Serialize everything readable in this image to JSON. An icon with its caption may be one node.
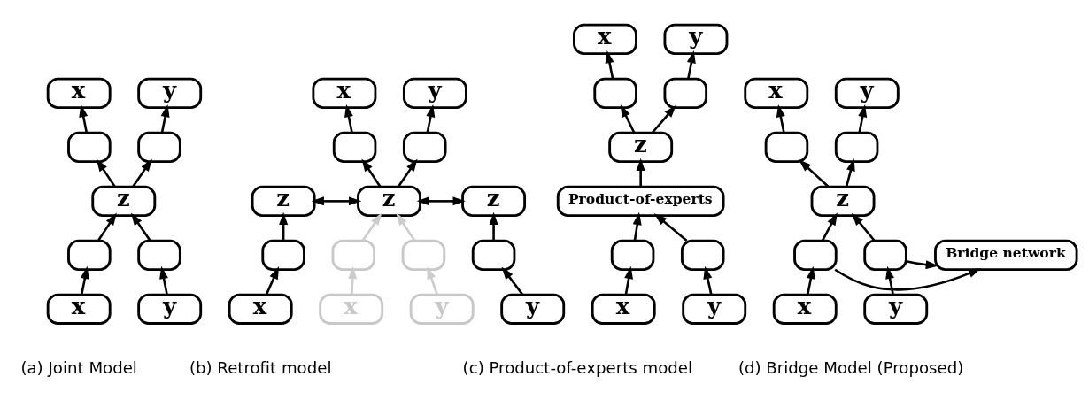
{
  "diagram": {
    "nodes": [
      {
        "text": [
          "x"
        ]
      },
      {
        "text": [
          "y"
        ]
      },
      {
        "text": [],
        "shape": "box"
      },
      {
        "text": [],
        "shape": "box"
      },
      {
        "text": [
          "z"
        ]
      },
      {
        "text": [],
        "shape": "box"
      },
      {
        "text": [],
        "shape": "box"
      },
      {
        "text": [
          "x"
        ]
      },
      {
        "text": [
          "y"
        ]
      },
      {
        "text": [
          "x"
        ]
      },
      {
        "text": [
          "y"
        ]
      },
      {
        "text": [],
        "shape": "box"
      },
      {
        "text": [],
        "shape": "box"
      },
      {
        "text": [
          "z"
        ]
      },
      {
        "text": [
          "z"
        ]
      },
      {
        "text": [
          "z"
        ]
      },
      {
        "text": [],
        "shape": "box"
      },
      {
        "text": [],
        "shape": "box"
      },
      {
        "text": [],
        "shape": "box"
      },
      {
        "text": [],
        "shape": "box"
      },
      {
        "text": [
          "x"
        ]
      },
      {
        "text": [
          "x"
        ]
      },
      {
        "text": [
          "y"
        ]
      },
      {
        "text": [
          "y"
        ]
      },
      {
        "text": [
          "x"
        ]
      },
      {
        "text": [
          "y"
        ]
      },
      {
        "text": [],
        "shape": "box"
      },
      {
        "text": [],
        "shape": "box"
      },
      {
        "text": [
          "z"
        ]
      },
      {
        "text": [
          "Product-of-experts"
        ]
      },
      {
        "text": [],
        "shape": "box"
      },
      {
        "text": [],
        "shape": "box"
      },
      {
        "text": [
          "x"
        ]
      },
      {
        "text": [
          "y"
        ]
      },
      {
        "text": [
          "x"
        ]
      },
      {
        "text": [
          "y"
        ]
      },
      {
        "text": [],
        "shape": "box"
      },
      {
        "text": [],
        "shape": "box"
      },
      {
        "text": [
          "z"
        ]
      },
      {
        "text": [],
        "shape": "box"
      },
      {
        "text": [
          "Bridge network"
        ]
      },
      {
        "text": [],
        "shape": "box"
      },
      {
        "text": [
          "x"
        ]
      },
      {
        "text": [
          "y"
        ]
      }
    ],
    "edges": [
      {
        "from": 2,
        "to": 0,
        "arrow": "to"
      },
      {
        "from": 3,
        "to": 1,
        "arrow": "to"
      },
      {
        "from": 4,
        "to": 2,
        "arrow": "to"
      },
      {
        "from": 4,
        "to": 3,
        "arrow": "to"
      },
      {
        "from": 5,
        "to": 4,
        "arrow": "to"
      },
      {
        "from": 6,
        "to": 4,
        "arrow": "to"
      },
      {
        "from": 7,
        "to": 5,
        "arrow": "to"
      },
      {
        "from": 8,
        "to": 6,
        "arrow": "to"
      },
      {
        "from": 11,
        "to": 9,
        "arrow": "to"
      },
      {
        "from": 12,
        "to": 10,
        "arrow": "to"
      },
      {
        "from": 14,
        "to": 11,
        "arrow": "to"
      },
      {
        "from": 14,
        "to": 12,
        "arrow": "to"
      },
      {
        "from": 13,
        "to": 14,
        "arrow": "both"
      },
      {
        "from": 14,
        "to": 15,
        "arrow": "both"
      },
      {
        "from": 16,
        "to": 13,
        "arrow": "to"
      },
      {
        "from": 19,
        "to": 15,
        "arrow": "to"
      },
      {
        "from": 20,
        "to": 16,
        "arrow": "to"
      },
      {
        "from": 23,
        "to": 19,
        "arrow": "to"
      },
      {
        "from": 17,
        "to": 14,
        "arrow": "to",
        "color": "#cccccc"
      },
      {
        "from": 18,
        "to": 14,
        "arrow": "to",
        "color": "#cccccc"
      },
      {
        "from": 21,
        "to": 17,
        "arrow": "to",
        "color": "#cccccc"
      },
      {
        "from": 22,
        "to": 18,
        "arrow": "to",
        "color": "#cccccc"
      },
      {
        "from": 26,
        "to": 24,
        "arrow": "to"
      },
      {
        "from": 27,
        "to": 25,
        "arrow": "to"
      },
      {
        "from": 28,
        "to": 26,
        "arrow": "to"
      },
      {
        "from": 28,
        "to": 27,
        "arrow": "to"
      },
      {
        "from": 29,
        "to": 28,
        "arrow": "to"
      },
      {
        "from": 30,
        "to": 29,
        "arrow": "to"
      },
      {
        "from": 31,
        "to": 29,
        "arrow": "to"
      },
      {
        "from": 32,
        "to": 30,
        "arrow": "to"
      },
      {
        "from": 33,
        "to": 31,
        "arrow": "to"
      },
      {
        "from": 36,
        "to": 34,
        "arrow": "to"
      },
      {
        "from": 37,
        "to": 35,
        "arrow": "to"
      },
      {
        "from": 38,
        "to": 36,
        "arrow": "to"
      },
      {
        "from": 38,
        "to": 37,
        "arrow": "to"
      },
      {
        "from": 39,
        "to": 38,
        "arrow": "to"
      },
      {
        "from": 41,
        "to": 38,
        "arrow": "to"
      },
      {
        "from": 39,
        "to": 40,
        "arrow": "to"
      },
      {
        "from": 41,
        "to": 40,
        "arrow": "to"
      },
      {
        "from": 42,
        "to": 39,
        "arrow": "to"
      },
      {
        "from": 43,
        "to": 41,
        "arrow": "to"
      }
    ],
    "labels": [
      "(a) Joint Model",
      "(b) Retrofit model",
      "(c) Product-of-experts model",
      "(d) Bridge Model (Proposed)"
    ]
  }
}
